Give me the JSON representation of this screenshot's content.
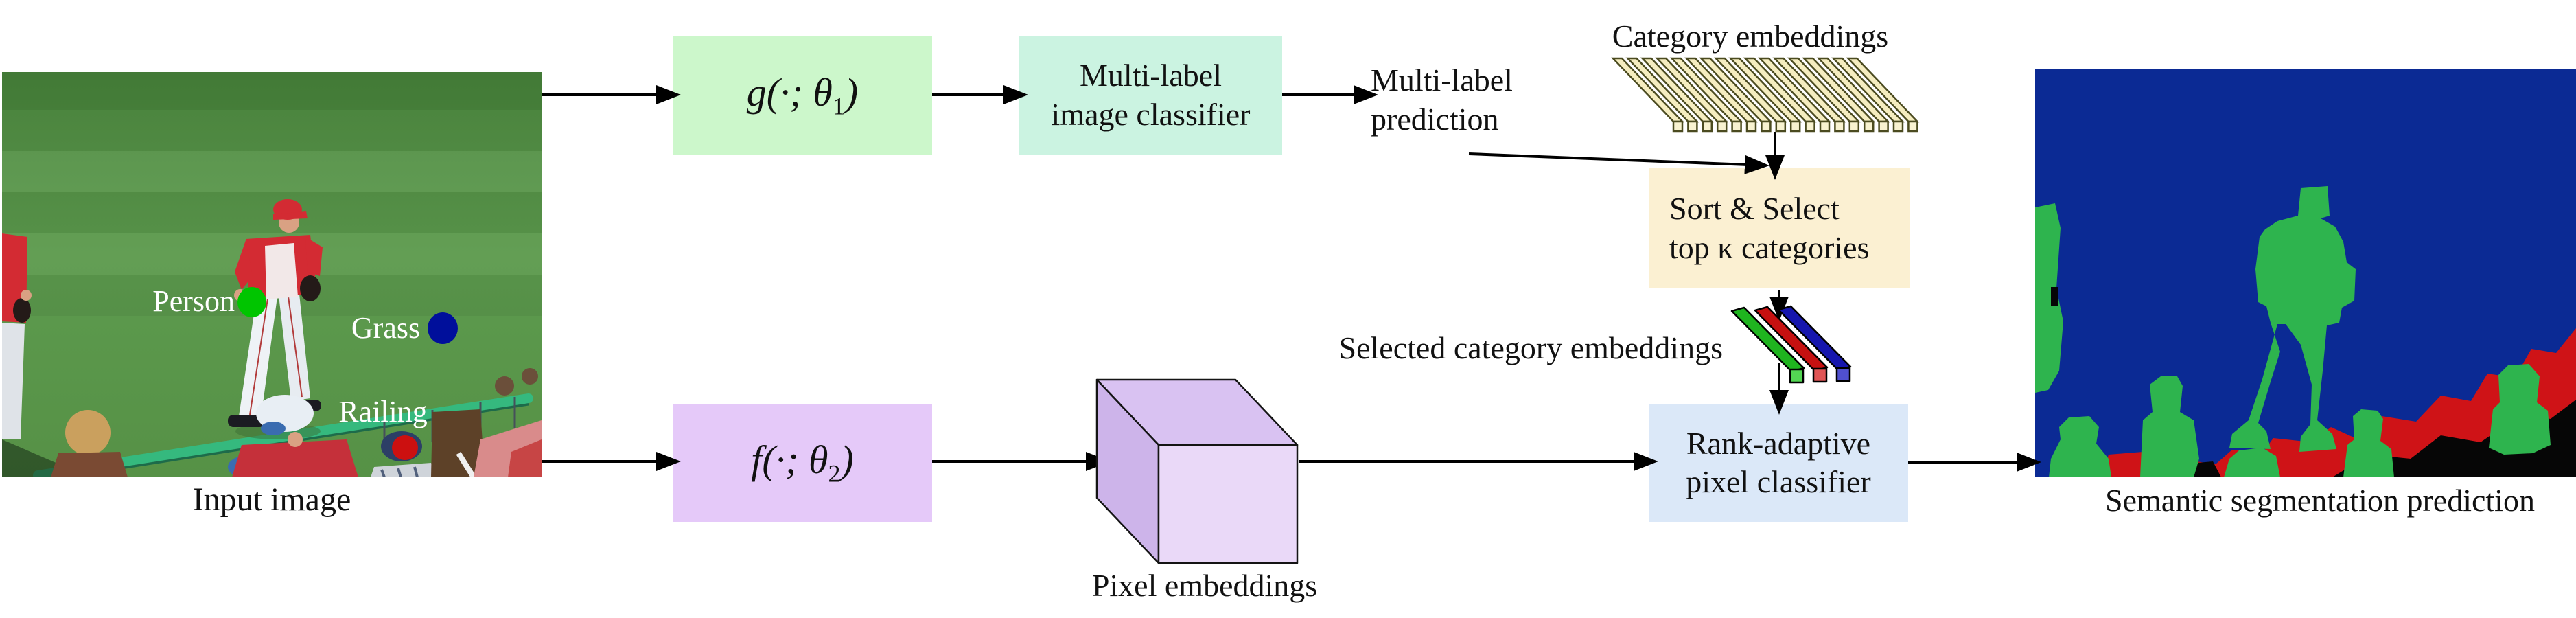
{
  "figure": {
    "input": {
      "caption": "Input image",
      "person_label": "Person",
      "grass_label": "Grass",
      "railing_label": "Railing"
    },
    "top_branch": {
      "g_formula_pre": "g(·; θ",
      "g_formula_sub": "1",
      "g_formula_post": ")",
      "classifier_line1": "Multi-label",
      "classifier_line2": "image classifier",
      "prediction_line1": "Multi-label",
      "prediction_line2": "prediction",
      "category_embeddings_label": "Category embeddings",
      "sort_line1": "Sort & Select",
      "sort_line2": "top κ categories",
      "selected_embeddings_label": "Selected category embeddings"
    },
    "bottom_branch": {
      "f_formula_pre": "f(·; θ",
      "f_formula_sub": "2",
      "f_formula_post": ")",
      "pixel_embeddings_label": "Pixel embeddings",
      "rank_line1": "Rank-adaptive",
      "rank_line2": "pixel classifier"
    },
    "output": {
      "caption": "Semantic segmentation prediction"
    },
    "colors": {
      "g_box": "#ccf7cb",
      "classifier_box": "#cbf3e1",
      "sort_box": "#fbf0d2",
      "rank_box": "#dbe8f8",
      "f_box": "#e5c9f9",
      "category_embedding_bar": "#f5edc0",
      "person_dot": "#00c500",
      "grass_dot": "#000f9b",
      "railing_dot": "#cc1010",
      "selected_bar_green": "#1fb41f",
      "selected_bar_red": "#c61111",
      "selected_bar_blue": "#1616ad",
      "seg_background": "#0b2a94",
      "seg_person": "#2eb44e",
      "seg_railing": "#cf1317",
      "seg_unlabeled": "#060606"
    }
  }
}
